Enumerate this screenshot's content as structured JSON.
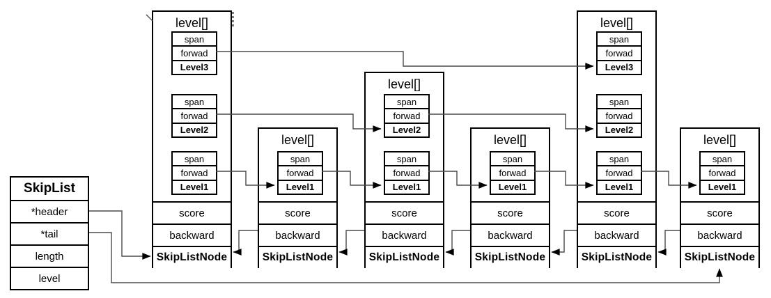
{
  "skiplist": {
    "title": "SkipList",
    "fields": [
      "*header",
      "*tail",
      "length",
      "level"
    ]
  },
  "nodes": [
    {
      "title": "level[]",
      "levels": [
        {
          "cells": [
            "span",
            "forwad"
          ],
          "label": "Level3"
        },
        {
          "cells": [
            "span",
            "forwad"
          ],
          "label": "Level2"
        },
        {
          "cells": [
            "span",
            "forwad"
          ],
          "label": "Level1"
        }
      ],
      "rows": [
        "score",
        "backward"
      ],
      "footer": "SkipListNode"
    },
    {
      "title": "level[]",
      "levels": [
        {
          "cells": [
            "span",
            "forwad"
          ],
          "label": "Level1"
        }
      ],
      "rows": [
        "score",
        "backward"
      ],
      "footer": "SkipListNode"
    },
    {
      "title": "level[]",
      "levels": [
        {
          "cells": [
            "span",
            "forwad"
          ],
          "label": "Level2"
        },
        {
          "cells": [
            "span",
            "forwad"
          ],
          "label": "Level1"
        }
      ],
      "rows": [
        "score",
        "backward"
      ],
      "footer": "SkipListNode"
    },
    {
      "title": "level[]",
      "levels": [
        {
          "cells": [
            "span",
            "forwad"
          ],
          "label": "Level1"
        }
      ],
      "rows": [
        "score",
        "backward"
      ],
      "footer": "SkipListNode"
    },
    {
      "title": "level[]",
      "levels": [
        {
          "cells": [
            "span",
            "forwad"
          ],
          "label": "Level3"
        },
        {
          "cells": [
            "span",
            "forwad"
          ],
          "label": "Level2"
        },
        {
          "cells": [
            "span",
            "forwad"
          ],
          "label": "Level1"
        }
      ],
      "rows": [
        "score",
        "backward"
      ],
      "footer": "SkipListNode"
    },
    {
      "title": "level[]",
      "levels": [
        {
          "cells": [
            "span",
            "forwad"
          ],
          "label": "Level1"
        }
      ],
      "rows": [
        "score",
        "backward"
      ],
      "footer": "SkipListNode"
    }
  ],
  "connections": [
    "SkipList.*header -> Node1.SkipListNode",
    "SkipList.*tail -> Node6.SkipListNode",
    "Node1.Level3.forwad -> Node5.Level3",
    "Node1.Level2.forwad -> Node3.Level2",
    "Node1.Level1.forwad -> Node2.Level1",
    "Node2.Level1.forwad -> Node3.Level1",
    "Node3.Level2.forwad -> Node5.Level2",
    "Node3.Level1.forwad -> Node4.Level1",
    "Node4.Level1.forwad -> Node5.Level1",
    "Node5.Level1.forwad -> Node6.Level1",
    "Node2.backward -> Node1",
    "Node3.backward -> Node2",
    "Node4.backward -> Node3",
    "Node5.backward -> Node4",
    "Node6.backward -> Node5"
  ],
  "colors": {
    "border": "#000000",
    "line": "#4a4a4a",
    "arrowhead": "#000000",
    "background": "#ffffff"
  }
}
